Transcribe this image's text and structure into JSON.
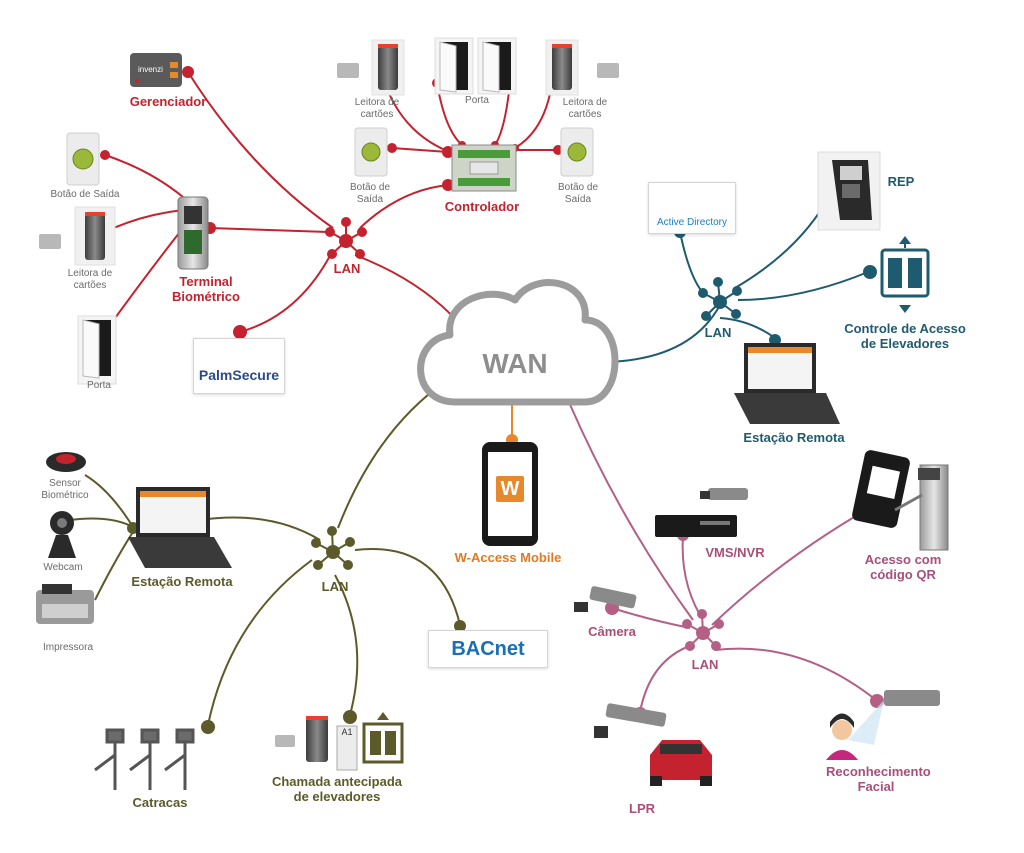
{
  "cloud": {
    "label": "WAN"
  },
  "red": {
    "lan": "LAN",
    "gerenciador": "Gerenciador",
    "controlador": "Controlador",
    "terminal": "Terminal\nBiométrico",
    "reader_left": "Leitora de\ncartões",
    "reader_right": "Leitora de\ncartões",
    "reader_side": "Leitora de\ncartões",
    "porta_top": "Porta",
    "porta_side": "Porta",
    "botao_left": "Botão de\nSaída",
    "botao_right": "Botão de\nSaída",
    "botao_side": "Botão de Saída",
    "palmsecure": "PalmSecure",
    "card_brand": "invenzi"
  },
  "teal": {
    "lan": "LAN",
    "rep": "REP",
    "active_directory": "Active Directory",
    "elevadores": "Controle de Acesso\nde Elevadores",
    "estacao": "Estação Remota"
  },
  "olive": {
    "lan": "LAN",
    "estacao": "Estação Remota",
    "sensor": "Sensor\nBiométrico",
    "webcam": "Webcam",
    "impressora": "Impressora",
    "catracas": "Catracas",
    "chamada": "Chamada antecipada\nde elevadores",
    "bacnet": "BACnet",
    "elevator_tag": "A1"
  },
  "mobile": {
    "label": "W-Access Mobile",
    "logo": "W"
  },
  "pink": {
    "lan": "LAN",
    "vms": "VMS/NVR",
    "qr": "Acesso com\ncódigo QR",
    "camera": "Câmera",
    "lpr": "LPR",
    "facial": "Reconhecimento\nFacial"
  },
  "colors": {
    "red": "#c4222e",
    "teal": "#1f5b6e",
    "olive": "#5c5a2a",
    "pink": "#b45f86",
    "orange": "#e8882c"
  }
}
